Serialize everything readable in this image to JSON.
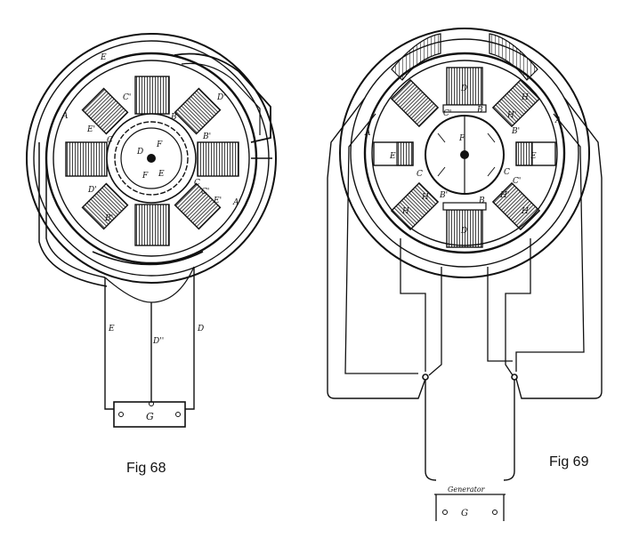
{
  "figures": [
    {
      "caption": "Fig 68",
      "labels": [
        "E",
        "A",
        "C'",
        "B",
        "D'",
        "E'",
        "C",
        "B'",
        "F",
        "D",
        "E",
        "F",
        "C",
        "C'",
        "E'",
        "D'",
        "B'",
        "A",
        "E",
        "D''",
        "D",
        "G"
      ]
    },
    {
      "caption": "Fig 69",
      "labels": [
        "D",
        "C'",
        "B",
        "H",
        "H'",
        "A",
        "A",
        "B'",
        "F",
        "E",
        "E",
        "C",
        "C",
        "H'",
        "B'",
        "B",
        "H'",
        "C'",
        "H",
        "H",
        "D",
        "Generator",
        "G"
      ]
    }
  ],
  "colors": {
    "ink": "#111111",
    "paper": "#ffffff"
  }
}
